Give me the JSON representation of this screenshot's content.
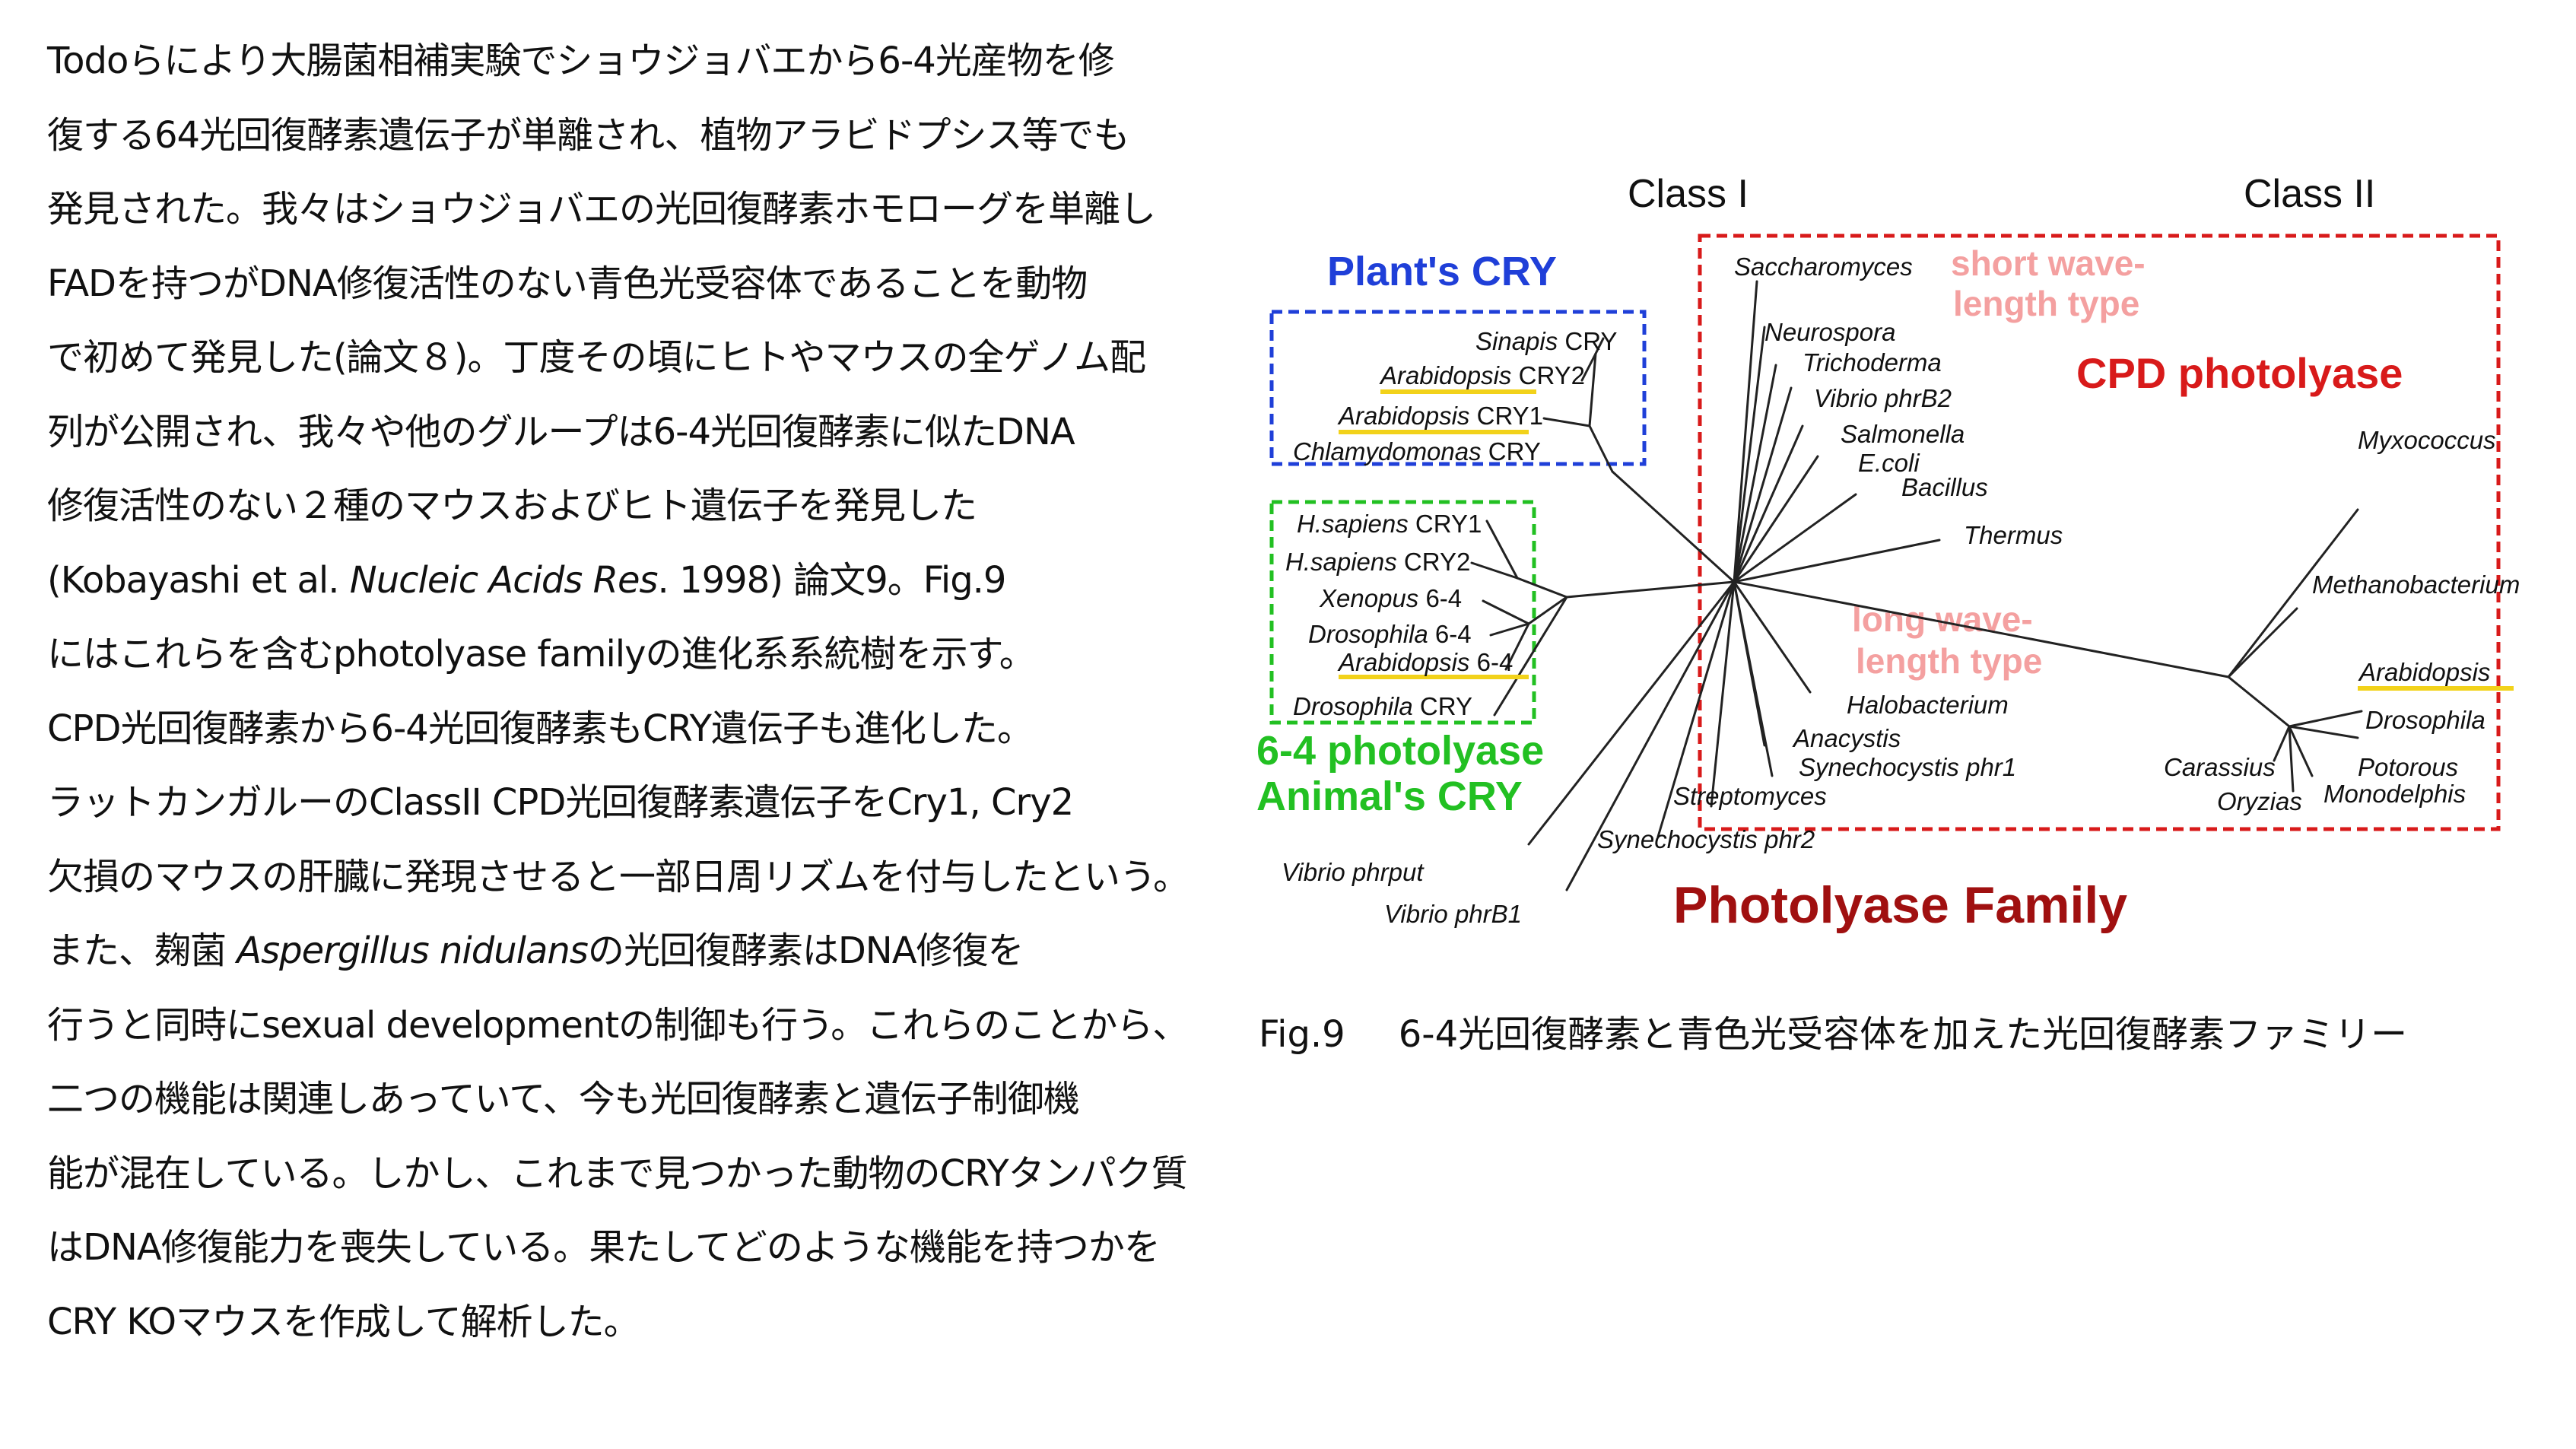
{
  "body_text": {
    "lines": [
      {
        "parts": [
          {
            "t": "Todoらにより大腸菌相補実験でショウジョバエから6-4光産物を修"
          }
        ]
      },
      {
        "parts": [
          {
            "t": "復する64光回復酵素遺伝子が単離され、植物アラビドプシス等でも"
          }
        ]
      },
      {
        "parts": [
          {
            "t": "発見された。我々はショウジョバエの光回復酵素ホモローグを単離し"
          }
        ]
      },
      {
        "parts": [
          {
            "t": "FADを持つがDNA修復活性のない青色光受容体であることを動物"
          }
        ]
      },
      {
        "parts": [
          {
            "t": "で初めて発見した(論文８)。丁度その頃にヒトやマウスの全ゲノム配"
          }
        ]
      },
      {
        "parts": [
          {
            "t": "列が公開され、我々や他のグループは6-4光回復酵素に似たDNA"
          }
        ]
      },
      {
        "parts": [
          {
            "t": "修復活性のない２種のマウスおよびヒト遺伝子を発見した"
          }
        ]
      },
      {
        "parts": [
          {
            "t": "(Kobayashi et al. "
          },
          {
            "t": "Nucleic Acids Res",
            "i": true
          },
          {
            "t": ". 1998) 論文9。Fig.9"
          }
        ]
      },
      {
        "parts": [
          {
            "t": "にはこれらを含むphotolyase familyの進化系系統樹を示す。"
          }
        ]
      },
      {
        "parts": [
          {
            "t": "CPD光回復酵素から6-4光回復酵素もCRY遺伝子も進化した。"
          }
        ]
      },
      {
        "parts": [
          {
            "t": "ラットカンガルーのClassII CPD光回復酵素遺伝子をCry1, Cry2"
          }
        ]
      },
      {
        "parts": [
          {
            "t": "欠損のマウスの肝臓に発現させると一部日周リズムを付与したという。"
          }
        ]
      },
      {
        "parts": [
          {
            "t": "また、麹菌 "
          },
          {
            "t": "Aspergillus nidulans",
            "i": true
          },
          {
            "t": "の光回復酵素はDNA修復を"
          }
        ]
      },
      {
        "parts": [
          {
            "t": "行うと同時にsexual developmentの制御も行う。これらのことから、"
          }
        ]
      },
      {
        "parts": [
          {
            "t": "二つの機能は関連しあっていて、今も光回復酵素と遺伝子制御機"
          }
        ]
      },
      {
        "parts": [
          {
            "t": "能が混在している。しかし、これまで見つかった動物のCRYタンパク質"
          }
        ]
      },
      {
        "parts": [
          {
            "t": "はDNA修復能力を喪失している。果たしてどのような機能を持つかを"
          }
        ]
      },
      {
        "parts": [
          {
            "t": "CRY KOマウスを作成して解析した。"
          }
        ]
      }
    ]
  },
  "figure": {
    "class_labels": {
      "class1": "Class I",
      "class2": "Class II"
    },
    "group_labels": {
      "plant_cry": "Plant's CRY",
      "short_wave_1": "short wave-",
      "short_wave_2": "length type",
      "cpd_photolyase": "CPD photolyase",
      "photolyase_64": "6-4 photolyase",
      "animal_cry": "Animal's CRY",
      "long_wave_1": "long wave-",
      "long_wave_2": "length type",
      "family": "Photolyase Family"
    },
    "colors": {
      "blue": "#1f3fd8",
      "green": "#22c022",
      "red": "#d81a1a",
      "pink": "#f4a0a0",
      "darkred": "#a01010",
      "yellow": "#f2d21a",
      "tree": "#222222"
    },
    "taxa": {
      "sinapis": {
        "sp": "Sinapis",
        "gene": " CRY"
      },
      "arab_cry2": {
        "sp": "Arabidopsis",
        "gene": " CRY2"
      },
      "arab_cry1": {
        "sp": "Arabidopsis",
        "gene": " CRY1"
      },
      "chlamy": {
        "sp": "Chlamydomonas",
        "gene": " CRY"
      },
      "hs_cry1": {
        "sp": "H.sapiens",
        "gene": " CRY1"
      },
      "hs_cry2": {
        "sp": "H.sapiens",
        "gene": " CRY2"
      },
      "xenopus": {
        "sp": "Xenopus",
        "gene": " 6-4"
      },
      "dros_64": {
        "sp": "Drosophila",
        "gene": " 6-4"
      },
      "arab_64": {
        "sp": "Arabidopsis",
        "gene": " 6-4"
      },
      "dros_cry": {
        "sp": "Drosophila",
        "gene": " CRY"
      },
      "vib_phrput": {
        "sp": "Vibrio phrput",
        "gene": ""
      },
      "vib_phrb1": {
        "sp": "Vibrio phrB1",
        "gene": ""
      },
      "saccharo": {
        "sp": "Saccharomyces",
        "gene": ""
      },
      "neuro": {
        "sp": "Neurospora",
        "gene": ""
      },
      "tricho": {
        "sp": "Trichoderma",
        "gene": ""
      },
      "vib_phrb2": {
        "sp": "Vibrio phrB2",
        "gene": ""
      },
      "salmonella": {
        "sp": "Salmonella",
        "gene": ""
      },
      "ecoli": {
        "sp": "E.coli",
        "gene": ""
      },
      "bacillus": {
        "sp": "Bacillus",
        "gene": ""
      },
      "thermus": {
        "sp": "Thermus",
        "gene": ""
      },
      "halo": {
        "sp": "Halobacterium",
        "gene": ""
      },
      "anacystis": {
        "sp": "Anacystis",
        "gene": ""
      },
      "syn_phr1": {
        "sp": "Synechocystis phr1",
        "gene": ""
      },
      "strepto": {
        "sp": "Streptomyces",
        "gene": ""
      },
      "syn_phr2": {
        "sp": "Synechocystis phr2",
        "gene": ""
      },
      "myxo": {
        "sp": "Myxococcus",
        "gene": ""
      },
      "methano": {
        "sp": "Methanobacterium",
        "gene": ""
      },
      "arab_c2": {
        "sp": "Arabidopsis",
        "gene": ""
      },
      "dros_c2": {
        "sp": "Drosophila",
        "gene": ""
      },
      "carassius": {
        "sp": "Carassius",
        "gene": ""
      },
      "potorous": {
        "sp": "Potorous",
        "gene": ""
      },
      "oryzias": {
        "sp": "Oryzias",
        "gene": ""
      },
      "monodelphis": {
        "sp": "Monodelphis",
        "gene": ""
      }
    }
  },
  "caption": {
    "number": "Fig.9",
    "text": "6-4光回復酵素と青色光受容体を加えた光回復酵素ファミリー"
  }
}
